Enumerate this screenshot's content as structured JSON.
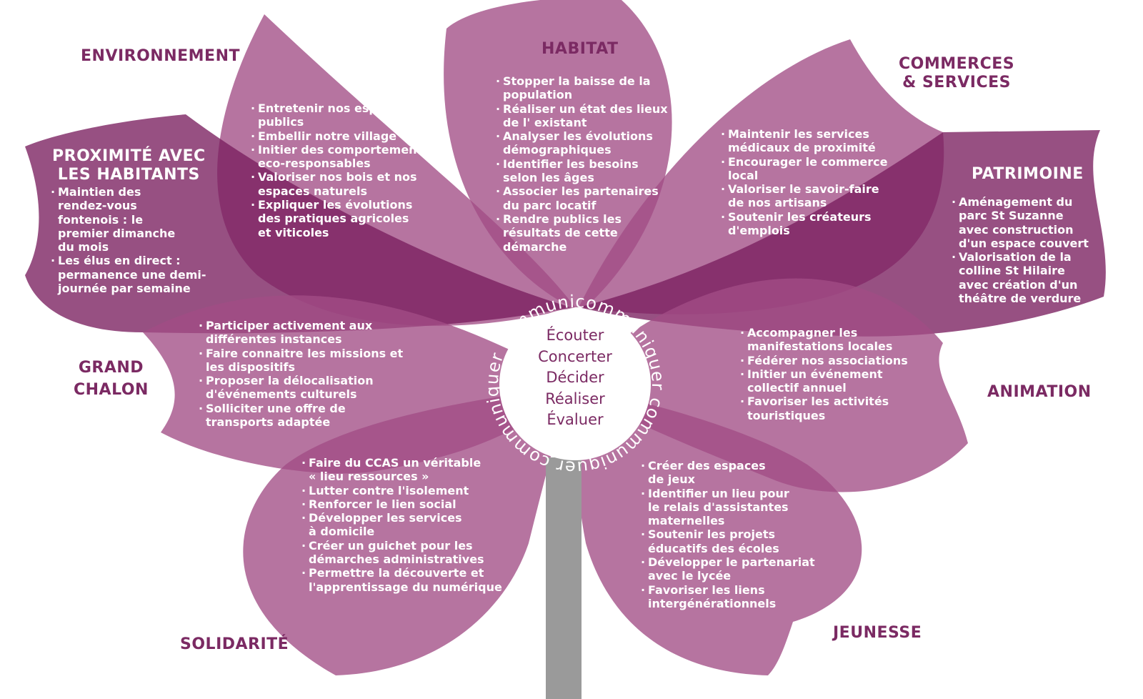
{
  "colors": {
    "petal_light": "#a14d85",
    "petal_dark": "#7a1f5f",
    "title": "#7b2a63",
    "stem": "#9a9a9a",
    "text": "#ffffff"
  },
  "ring_text": "communiquer communiquer communiquer communiquer",
  "center_words": [
    "Écouter",
    "Concerter",
    "Décider",
    "Réaliser",
    "Évaluer"
  ],
  "sections": {
    "environnement": {
      "title": [
        "ENVIRONNEMENT"
      ],
      "items": [
        "Entretenir nos espaces\npublics",
        "Embellir notre village",
        "Initier des comportements\neco-responsables",
        "Valoriser nos bois et nos\nespaces naturels",
        "Expliquer les évolutions\ndes pratiques agricoles\net viticoles"
      ]
    },
    "habitat": {
      "title": [
        "HABITAT"
      ],
      "items": [
        "Stopper la baisse de la\npopulation",
        "Réaliser un état des lieux\nde l' existant",
        "Analyser les évolutions\ndémographiques",
        "Identifier les besoins\nselon les âges",
        "Associer les partenaires\ndu parc locatif",
        "Rendre publics les\nrésultats de cette\ndémarche"
      ]
    },
    "commerces": {
      "title": [
        "COMMERCES",
        "& SERVICES"
      ],
      "items": [
        "Maintenir les services\nmédicaux de proximité",
        "Encourager le commerce\nlocal",
        "Valoriser le savoir-faire\nde nos artisans",
        "Soutenir les créateurs\nd'emplois"
      ]
    },
    "proximite": {
      "title": [
        "PROXIMITÉ AVEC",
        "LES HABITANTS"
      ],
      "items": [
        "Maintien des\nrendez-vous\nfontenois : le\npremier dimanche\ndu mois",
        "Les élus en direct :\npermanence une demi-\njournée par semaine"
      ]
    },
    "patrimoine": {
      "title": [
        "PATRIMOINE"
      ],
      "items": [
        "Aménagement du\nparc St Suzanne\navec construction\nd'un espace couvert",
        "Valorisation de la\ncolline St Hilaire\navec création d'un\nthéâtre de verdure"
      ]
    },
    "grand_chalon": {
      "title": [
        "GRAND",
        "CHALON"
      ],
      "items": [
        "Participer activement aux\ndifférentes instances",
        "Faire connaitre les missions et\nles dispositifs",
        "Proposer la délocalisation\nd'événements culturels",
        "Solliciter une offre de\ntransports adaptée"
      ]
    },
    "animation": {
      "title": [
        "ANIMATION"
      ],
      "items": [
        "Accompagner les\nmanifestations locales",
        "Fédérer nos associations",
        "Initier un événement\ncollectif annuel",
        "Favoriser les activités\ntouristiques"
      ]
    },
    "solidarite": {
      "title": [
        "SOLIDARITÉ"
      ],
      "items": [
        "Faire du CCAS un véritable\n« lieu ressources »",
        "Lutter contre l'isolement",
        "Renforcer le lien social",
        "Développer les services\nà domicile",
        "Créer un guichet pour les\ndémarches administratives",
        "Permettre la découverte et\nl'apprentissage du numérique"
      ]
    },
    "jeunesse": {
      "title": [
        "JEUNESSE"
      ],
      "items": [
        "Créer des espaces\nde jeux",
        "Identifier un lieu pour\nle relais d'assistantes\nmaternelles",
        "Soutenir les projets\néducatifs des écoles",
        "Développer le partenariat\navec le lycée",
        "Favoriser les liens\nintergénérationnels"
      ]
    }
  }
}
